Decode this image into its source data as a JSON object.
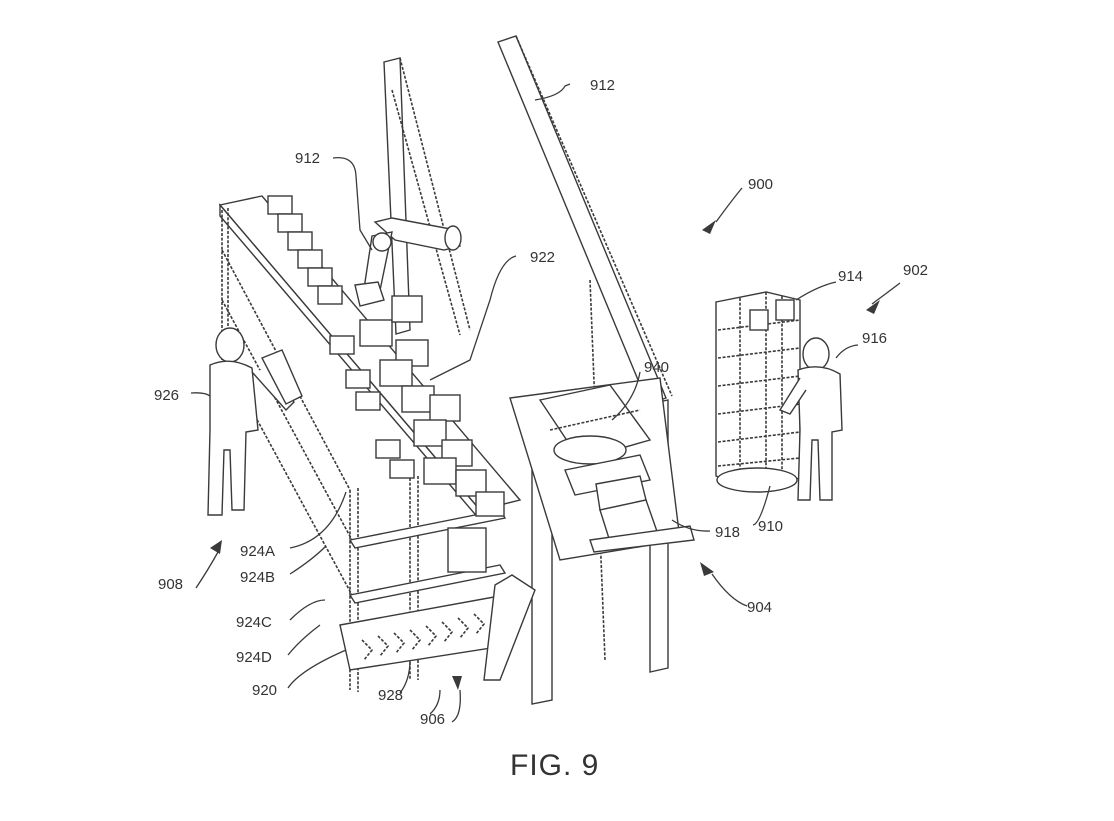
{
  "figure": {
    "caption": "FIG. 9",
    "labels": {
      "r900": "900",
      "r902": "902",
      "r904": "904",
      "r906": "906",
      "r908": "908",
      "r910": "910",
      "r912a": "912",
      "r912b": "912",
      "r914": "914",
      "r916": "916",
      "r918": "918",
      "r920": "920",
      "r922": "922",
      "r924a": "924A",
      "r924b": "924B",
      "r924c": "924C",
      "r924d": "924D",
      "r926": "926",
      "r928": "928",
      "r940": "940"
    }
  }
}
